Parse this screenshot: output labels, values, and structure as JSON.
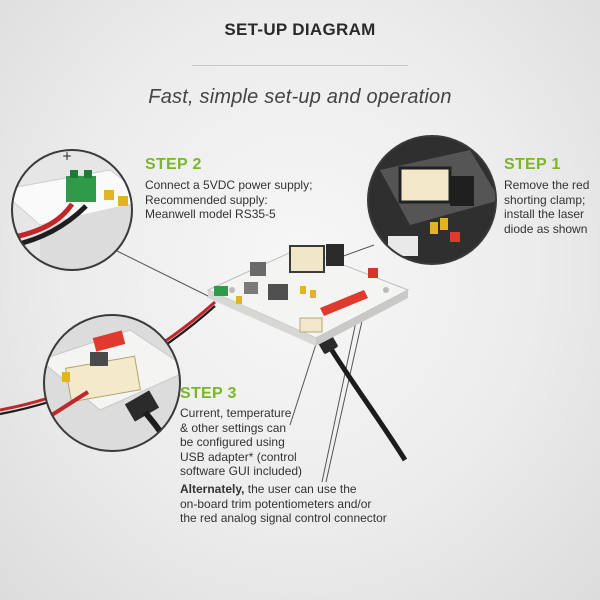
{
  "header": {
    "title": "SET-UP DIAGRAM",
    "subtitle": "Fast, simple set-up and operation"
  },
  "steps": [
    {
      "title": "STEP 1",
      "lines": [
        "Remove the red",
        "shorting clamp;",
        "install the laser",
        "diode as shown"
      ]
    },
    {
      "title": "STEP 2",
      "lines": [
        "Connect a 5VDC power supply;",
        "Recommended supply:",
        "Meanwell model RS35-5"
      ]
    },
    {
      "title": "STEP 3",
      "lines": [
        "Current, temperature",
        "& other settings can",
        "be configured using",
        "USB adapter* (control",
        "software GUI included)"
      ]
    }
  ],
  "note": {
    "bold": "Alternately,",
    "first_line_rest": " the user can use the",
    "lines": [
      "on-board trim potentiometers and/or",
      "the red analog signal control connector"
    ]
  },
  "colors": {
    "accent_green": "#7ab62a",
    "connector_red": "#e03a2f",
    "terminal_green": "#2e9a4a",
    "board": "#f2f2f0"
  },
  "icons": [
    "power-terminal-icon",
    "usb-adapter-icon",
    "laser-diode-icon",
    "control-board-icon"
  ]
}
